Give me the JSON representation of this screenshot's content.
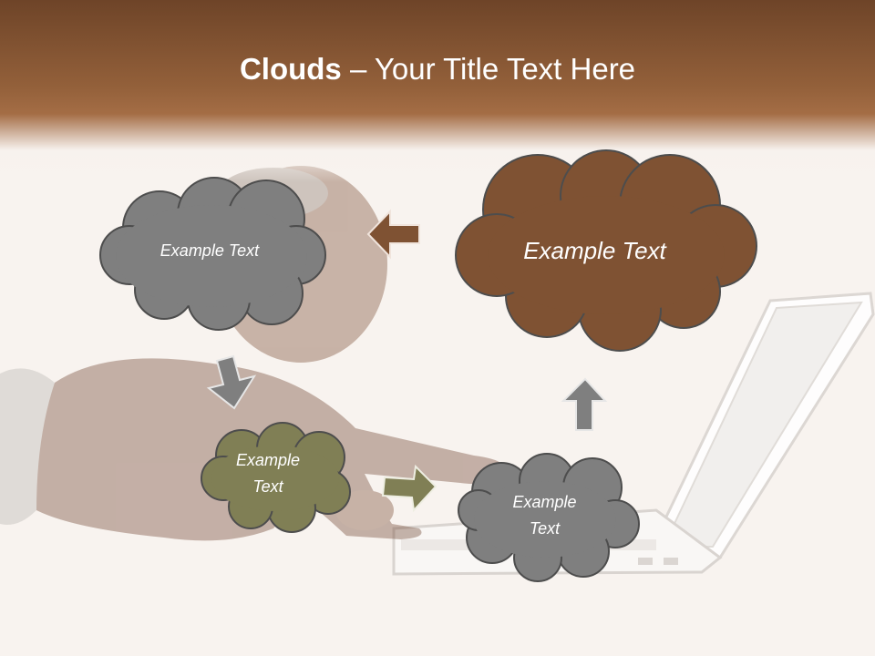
{
  "slide": {
    "title_bold": "Clouds",
    "title_dash": " – ",
    "title_rest": "Your Title Text Here"
  },
  "clouds": [
    {
      "id": "gray-large",
      "text": "Example Text",
      "color": "#7f7f7f"
    },
    {
      "id": "brown-large",
      "text": "Example Text",
      "color": "#7f5233"
    },
    {
      "id": "olive-small",
      "line1": "Example",
      "line2": "Text",
      "color": "#807f55"
    },
    {
      "id": "gray-small",
      "line1": "Example",
      "line2": "Text",
      "color": "#7f7f7f"
    }
  ],
  "arrows": [
    {
      "direction": "left",
      "color": "#7f5233"
    },
    {
      "direction": "down",
      "color": "#7f7f7f"
    },
    {
      "direction": "right",
      "color": "#807f55"
    },
    {
      "direction": "up",
      "color": "#7f7f7f"
    }
  ],
  "colors": {
    "header_dark": "#6e4428",
    "header_mid": "#a46d45",
    "cloud_outline": "#4d4d4d"
  }
}
